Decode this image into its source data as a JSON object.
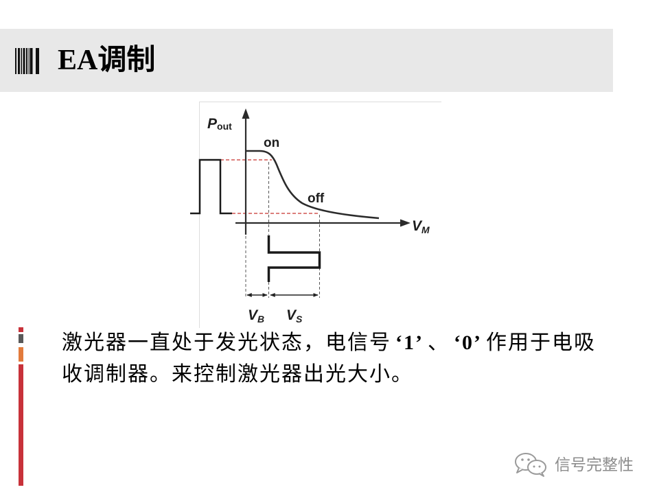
{
  "slide": {
    "title": "EA调制"
  },
  "diagram": {
    "y_axis": {
      "symbol": "P",
      "subscript": "out"
    },
    "x_axis": {
      "symbol": "V",
      "subscript": "M"
    },
    "states": {
      "on": "on",
      "off": "off"
    },
    "bias": {
      "symbol": "V",
      "subscript": "B"
    },
    "swing": {
      "symbol": "V",
      "subscript": "S"
    }
  },
  "body": {
    "line1": [
      "激光器一直处于发光状态，电信号",
      "‘1’",
      "、",
      "‘0’",
      "作用于电吸"
    ],
    "line2": "收调制器。来控制激光器出光大小。"
  },
  "watermark": {
    "icon": "wechat-icon",
    "text": "信号完整性"
  },
  "colors": {
    "title_band": "#e8e8e8",
    "dashed_guide": "#c8332f",
    "accent_red": "#c8323a",
    "accent_orange": "#e27b3c",
    "accent_gray": "#595959",
    "watermark": "#8c8c8c"
  }
}
